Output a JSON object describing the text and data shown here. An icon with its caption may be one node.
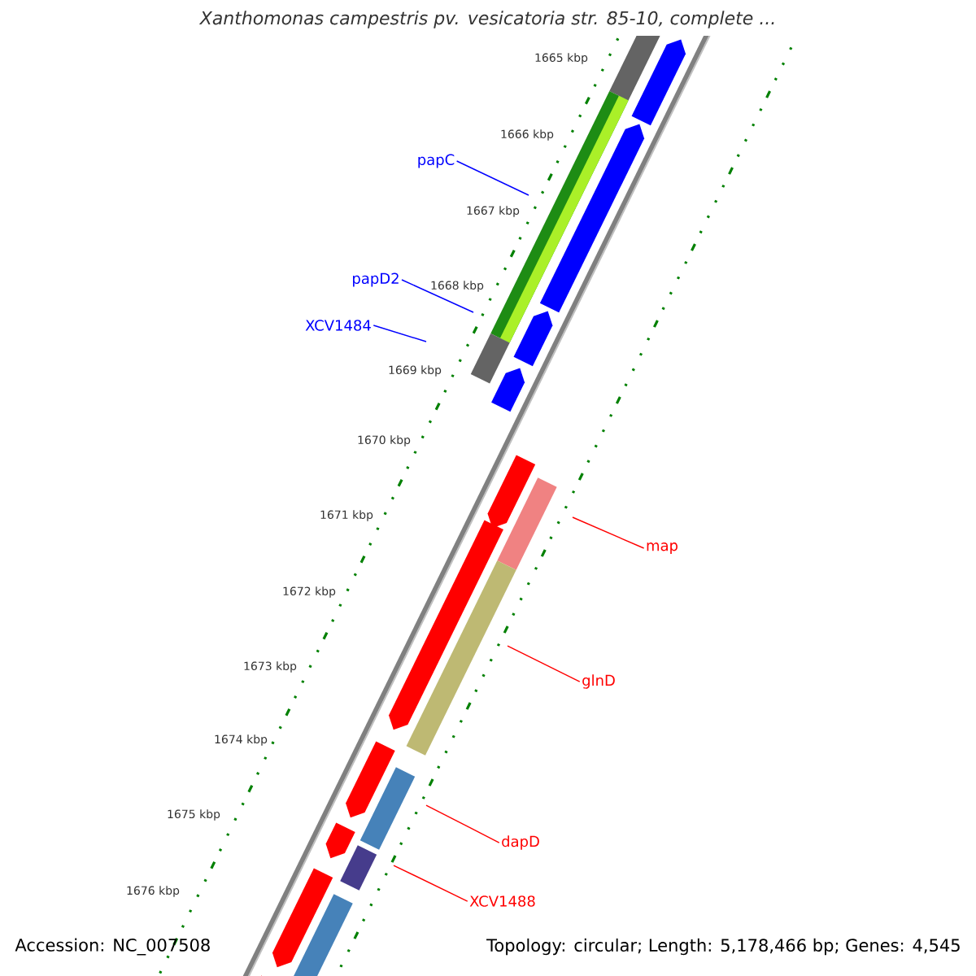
{
  "diagram": {
    "title": "Xanthomonas campestris pv. vesicatoria str. 85-10, complete ...",
    "nodes": [
      {
        "text": [
          "papC"
        ]
      },
      {
        "text": [
          "papD2"
        ]
      },
      {
        "text": [
          "XCV1484"
        ]
      },
      {
        "text": [
          "map"
        ]
      },
      {
        "text": [
          "glnD"
        ]
      },
      {
        "text": [
          "dapD"
        ]
      },
      {
        "text": [
          "XCV1488"
        ]
      }
    ],
    "edges": [
      {
        "from": 0,
        "to": null,
        "arrow": "none",
        "color": "#0000ff"
      },
      {
        "from": 1,
        "to": null,
        "arrow": "none",
        "color": "#0000ff"
      },
      {
        "from": 2,
        "to": null,
        "arrow": "none",
        "color": "#0000ff"
      },
      {
        "from": 3,
        "to": null,
        "arrow": "none"
      },
      {
        "from": 4,
        "to": null,
        "arrow": "none"
      },
      {
        "from": 5,
        "to": null,
        "arrow": "none"
      },
      {
        "from": 6,
        "to": null,
        "arrow": "none"
      }
    ],
    "labels": [
      "1665 kbp",
      "1666 kbp",
      "1667 kbp",
      "1668 kbp",
      "1669 kbp",
      "1670 kbp",
      "1671 kbp",
      "1672 kbp",
      "1673 kbp",
      "1674 kbp",
      "1675 kbp",
      "1676 kbp",
      "Accession: NC_007508",
      "Topology: circular; Length: 5,178,466 bp; Genes: 4,545"
    ]
  }
}
